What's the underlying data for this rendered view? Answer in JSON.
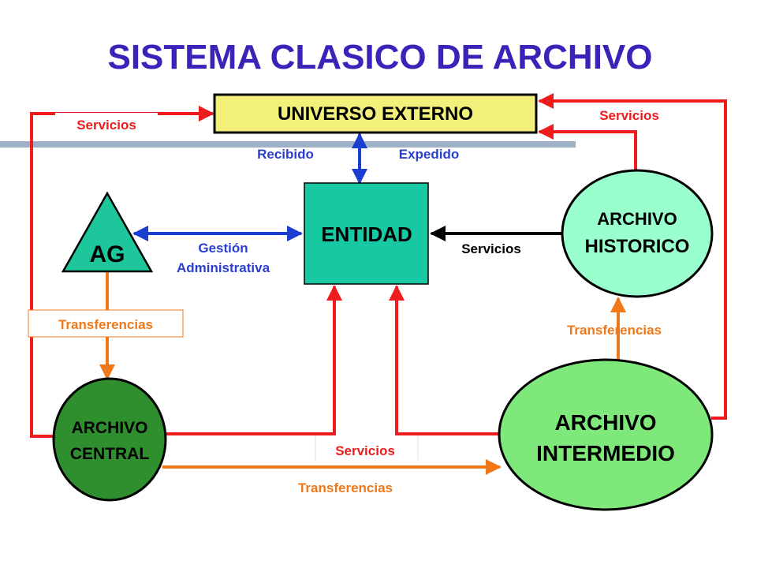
{
  "title": "SISTEMA CLASICO DE ARCHIVO",
  "nodes": {
    "universo_externo": "UNIVERSO EXTERNO",
    "entidad": "ENTIDAD",
    "ag": "AG",
    "archivo_historico": [
      "ARCHIVO",
      "HISTORICO"
    ],
    "archivo_central": [
      "ARCHIVO",
      "CENTRAL"
    ],
    "archivo_intermedio": [
      "ARCHIVO",
      "INTERMEDIO"
    ]
  },
  "labels": {
    "servicios_left": "Servicios",
    "servicios_right": "Servicios",
    "recibido": "Recibido",
    "expedido": "Expedido",
    "gestion_1": "Gestión",
    "gestion_2": "Administrativa",
    "servicios_historico": "Servicios",
    "transferencias_ag": "Transferencias",
    "transferencias_intermedio": "Transferencias",
    "servicios_bottom": "Servicios",
    "transferencias_bottom": "Transferencias"
  },
  "colors": {
    "title": "#3a23b8",
    "red": "#ee1c1c",
    "orange": "#f07818",
    "blue": "#1a3ecf",
    "dark_blue_text": "#2a3fd0",
    "universo_fill": "#f2f07a",
    "entidad_fill": "#17c9a2",
    "ag_fill": "#1ec79b",
    "historico_fill": "#99ffcc",
    "central_fill": "#2f8f2f",
    "intermedio_fill": "#7ee87a",
    "band": "#9fb0c8"
  }
}
